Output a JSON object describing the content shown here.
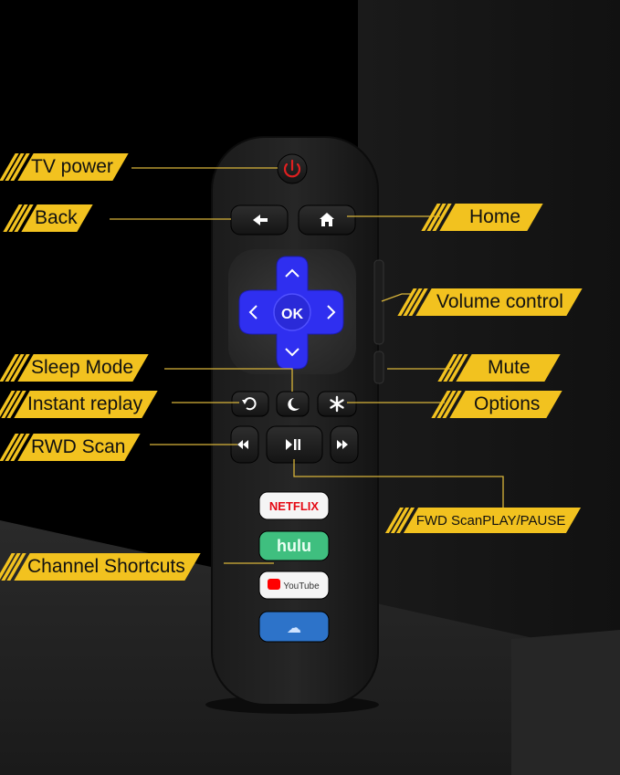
{
  "labels": {
    "tv_power": "TV power",
    "back": "Back",
    "home": "Home",
    "volume_control": "Volume control",
    "sleep_mode": "Sleep Mode",
    "mute": "Mute",
    "instant_replay": "Instant replay",
    "options": "Options",
    "rwd_scan": "RWD Scan",
    "fwd_play_pause": "FWD ScanPLAY/PAUSE",
    "channel_shortcuts": "Channel Shortcuts"
  },
  "remote": {
    "ok_label": "OK",
    "shortcuts": [
      "NETFLIX",
      "hulu",
      "YouTube",
      "☁"
    ]
  },
  "colors": {
    "label_yellow": "#f2c21f",
    "dpad_blue": "#2f2ff0",
    "power_red": "#e02020",
    "netflix_red": "#e50914",
    "hulu_green": "#3fbf7f",
    "youtube_red": "#ff0000",
    "cloud_blue": "#2d73c9"
  },
  "icons": {
    "power": "power-icon",
    "back": "back-arrow-icon",
    "home": "home-icon",
    "up": "chevron-up-icon",
    "down": "chevron-down-icon",
    "left": "chevron-left-icon",
    "right": "chevron-right-icon",
    "replay": "replay-icon",
    "sleep": "moon-icon",
    "options": "asterisk-icon",
    "rewind": "rewind-icon",
    "play_pause": "play-pause-icon",
    "fast_forward": "fast-forward-icon"
  }
}
